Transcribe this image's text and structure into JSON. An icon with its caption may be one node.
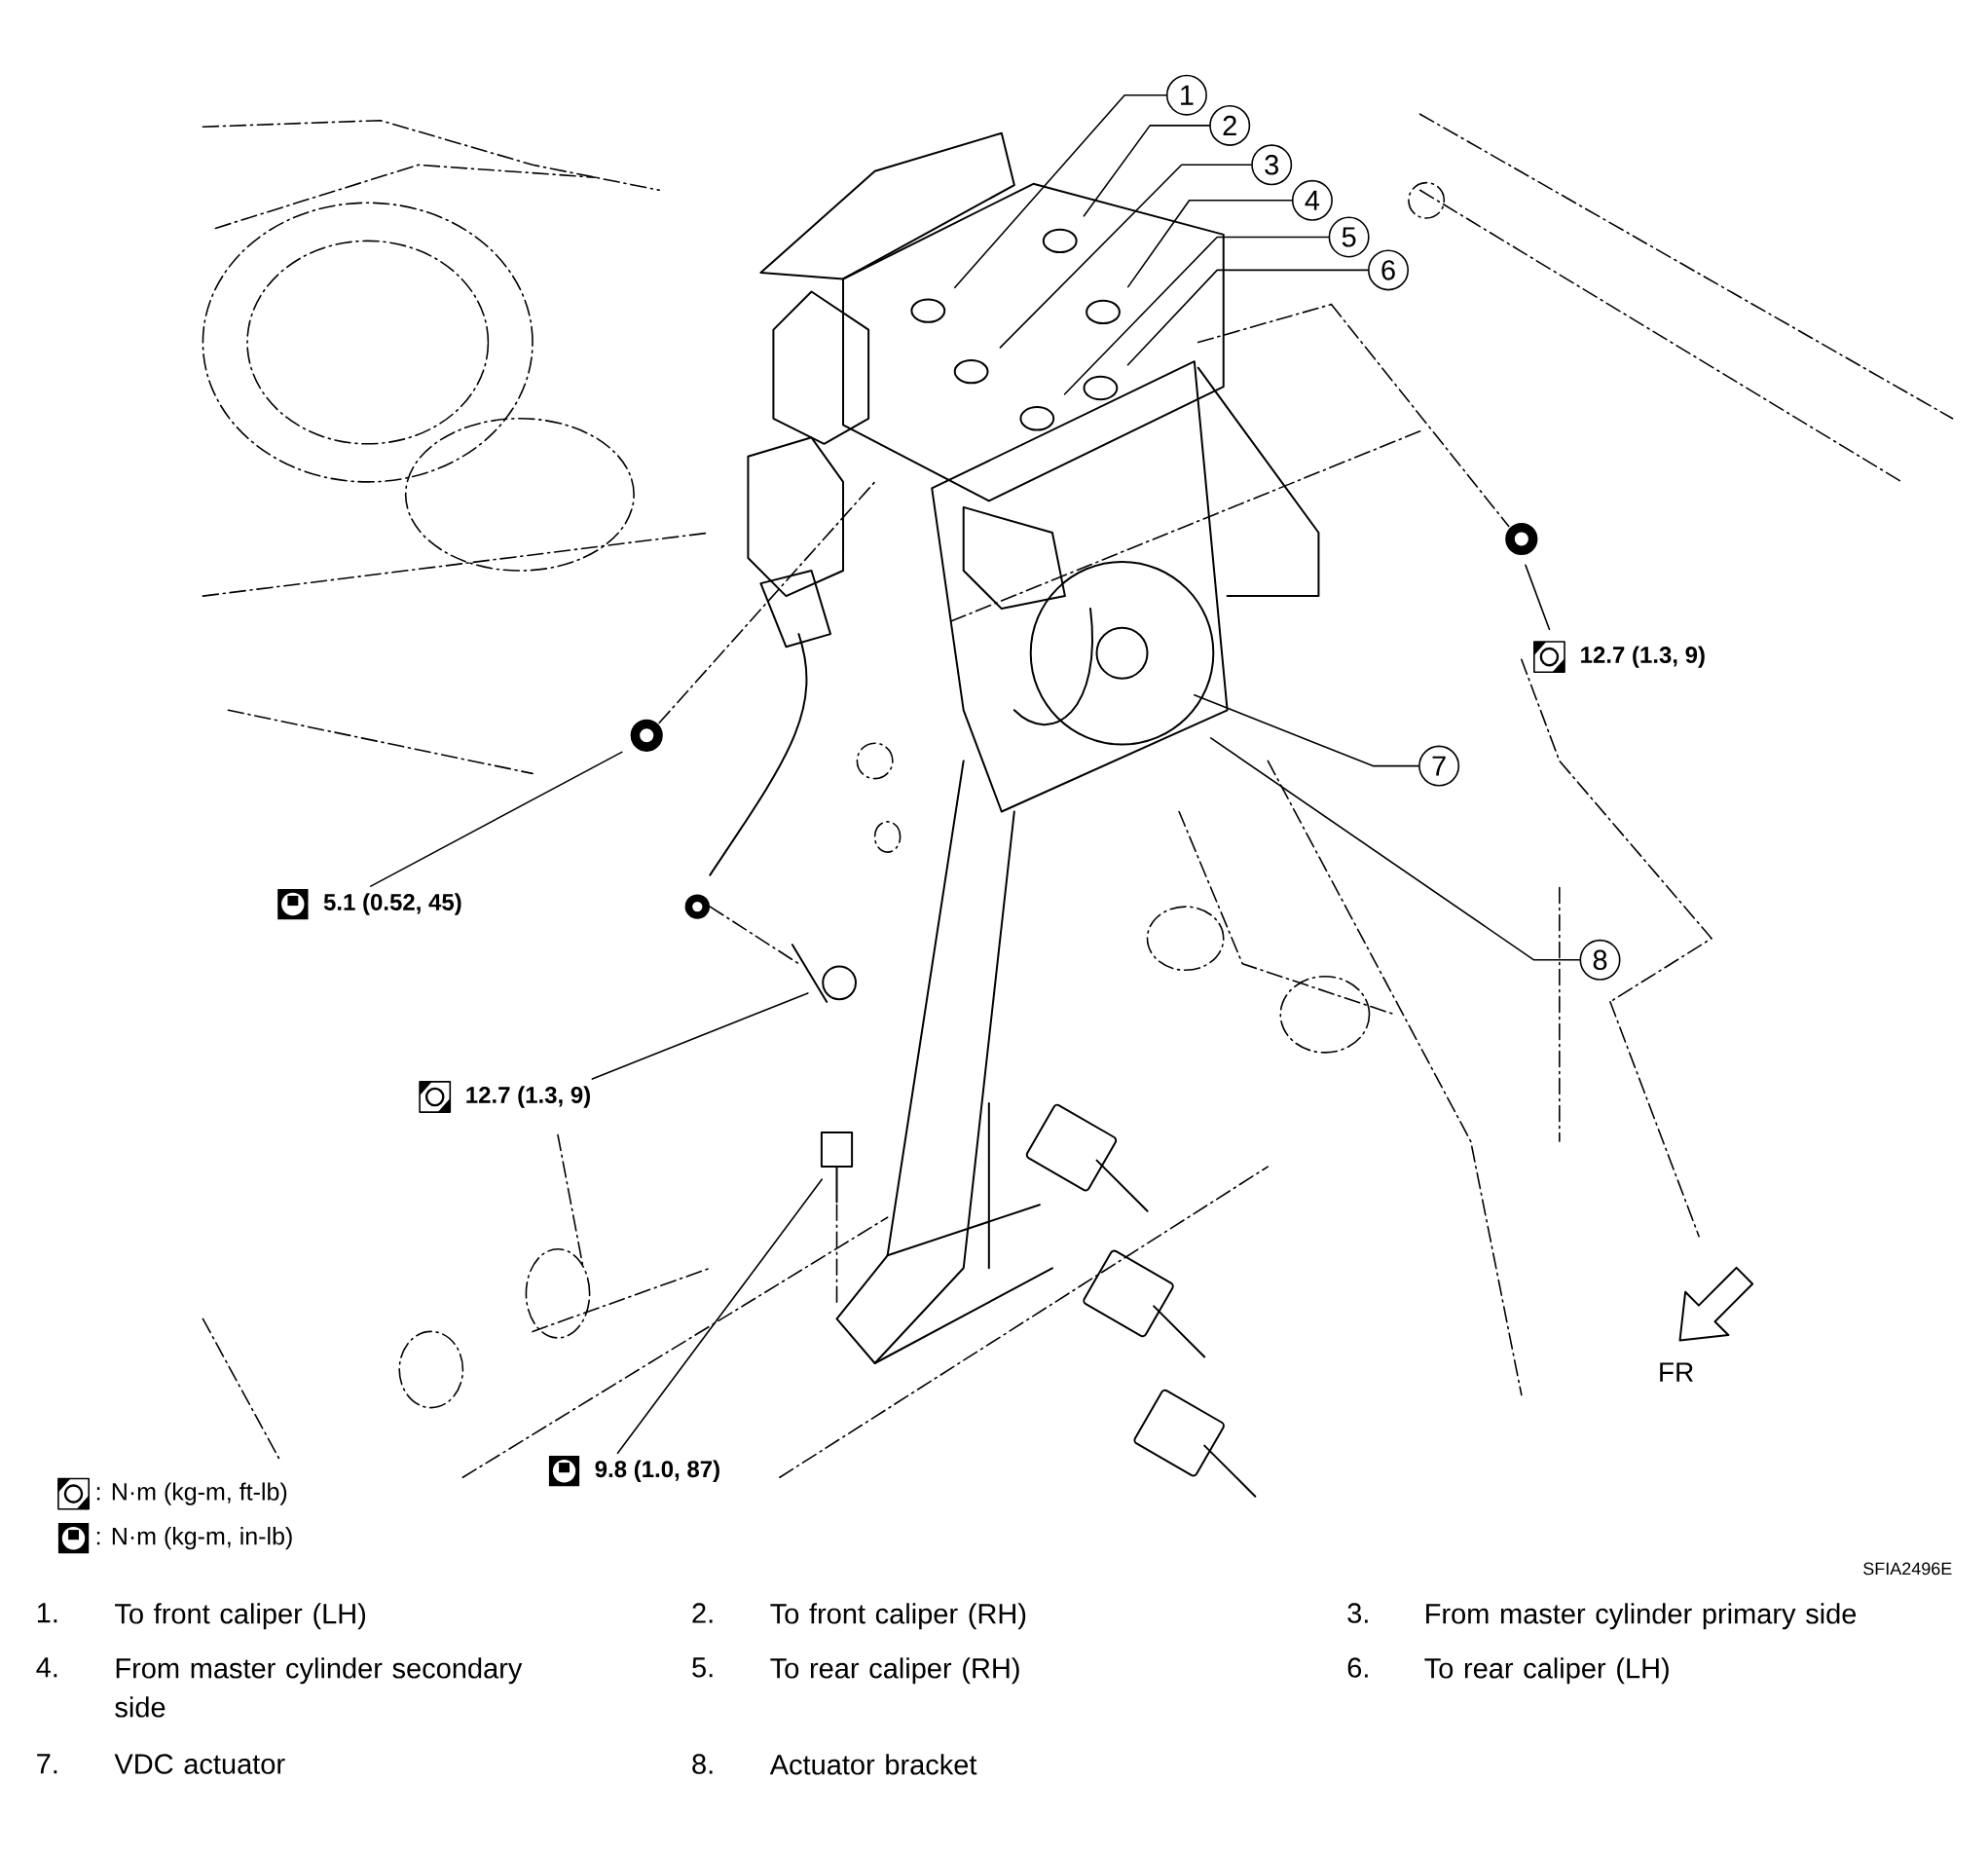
{
  "diagram": {
    "nodes": [
      {
        "text": [
          "1"
        ]
      },
      {
        "text": [
          "2"
        ]
      },
      {
        "text": [
          "3"
        ]
      },
      {
        "text": [
          "4"
        ]
      },
      {
        "text": [
          "5"
        ]
      },
      {
        "text": [
          "6"
        ]
      },
      {
        "text": [
          "7"
        ]
      },
      {
        "text": [
          "8"
        ]
      },
      {
        "text": [
          "12.7 (1.3, 9)"
        ]
      },
      {
        "text": [
          "5.1 (0.52, 45)"
        ]
      },
      {
        "text": [
          "12.7 (1.3, 9)"
        ]
      },
      {
        "text": [
          "9.8 (1.0, 87)"
        ]
      }
    ],
    "edges": [
      {
        "from": 0,
        "to": null,
        "arrow": "none"
      },
      {
        "from": 1,
        "to": null,
        "arrow": "none"
      },
      {
        "from": 2,
        "to": null,
        "arrow": "none"
      },
      {
        "from": 3,
        "to": null,
        "arrow": "none"
      },
      {
        "from": 4,
        "to": null,
        "arrow": "none"
      },
      {
        "from": 5,
        "to": null,
        "arrow": "none"
      },
      {
        "from": 6,
        "to": null,
        "arrow": "none"
      },
      {
        "from": 7,
        "to": null,
        "arrow": "none"
      },
      {
        "from": 8,
        "to": null,
        "arrow": "none"
      },
      {
        "from": 9,
        "to": null,
        "arrow": "none"
      },
      {
        "from": 10,
        "to": null,
        "arrow": "none"
      },
      {
        "from": 11,
        "to": null,
        "arrow": "none"
      }
    ],
    "labels": [
      "FR",
      "SFIA2496E",
      "1.",
      "To front caliper (LH)",
      "2.",
      "To front caliper (RH)",
      "3.",
      "From master cylinder primary side",
      "4.",
      "From master cylinder secondary side",
      "5.",
      "To rear caliper (RH)",
      "6.",
      "To rear caliper (LH)",
      "7.",
      "VDC actuator",
      "8.",
      "Actuator bracket"
    ],
    "legend": [
      {
        "text": ": N·m (kg-m, ft-lb)"
      },
      {
        "text": ": N·m (kg-m, in-lb)"
      }
    ]
  }
}
